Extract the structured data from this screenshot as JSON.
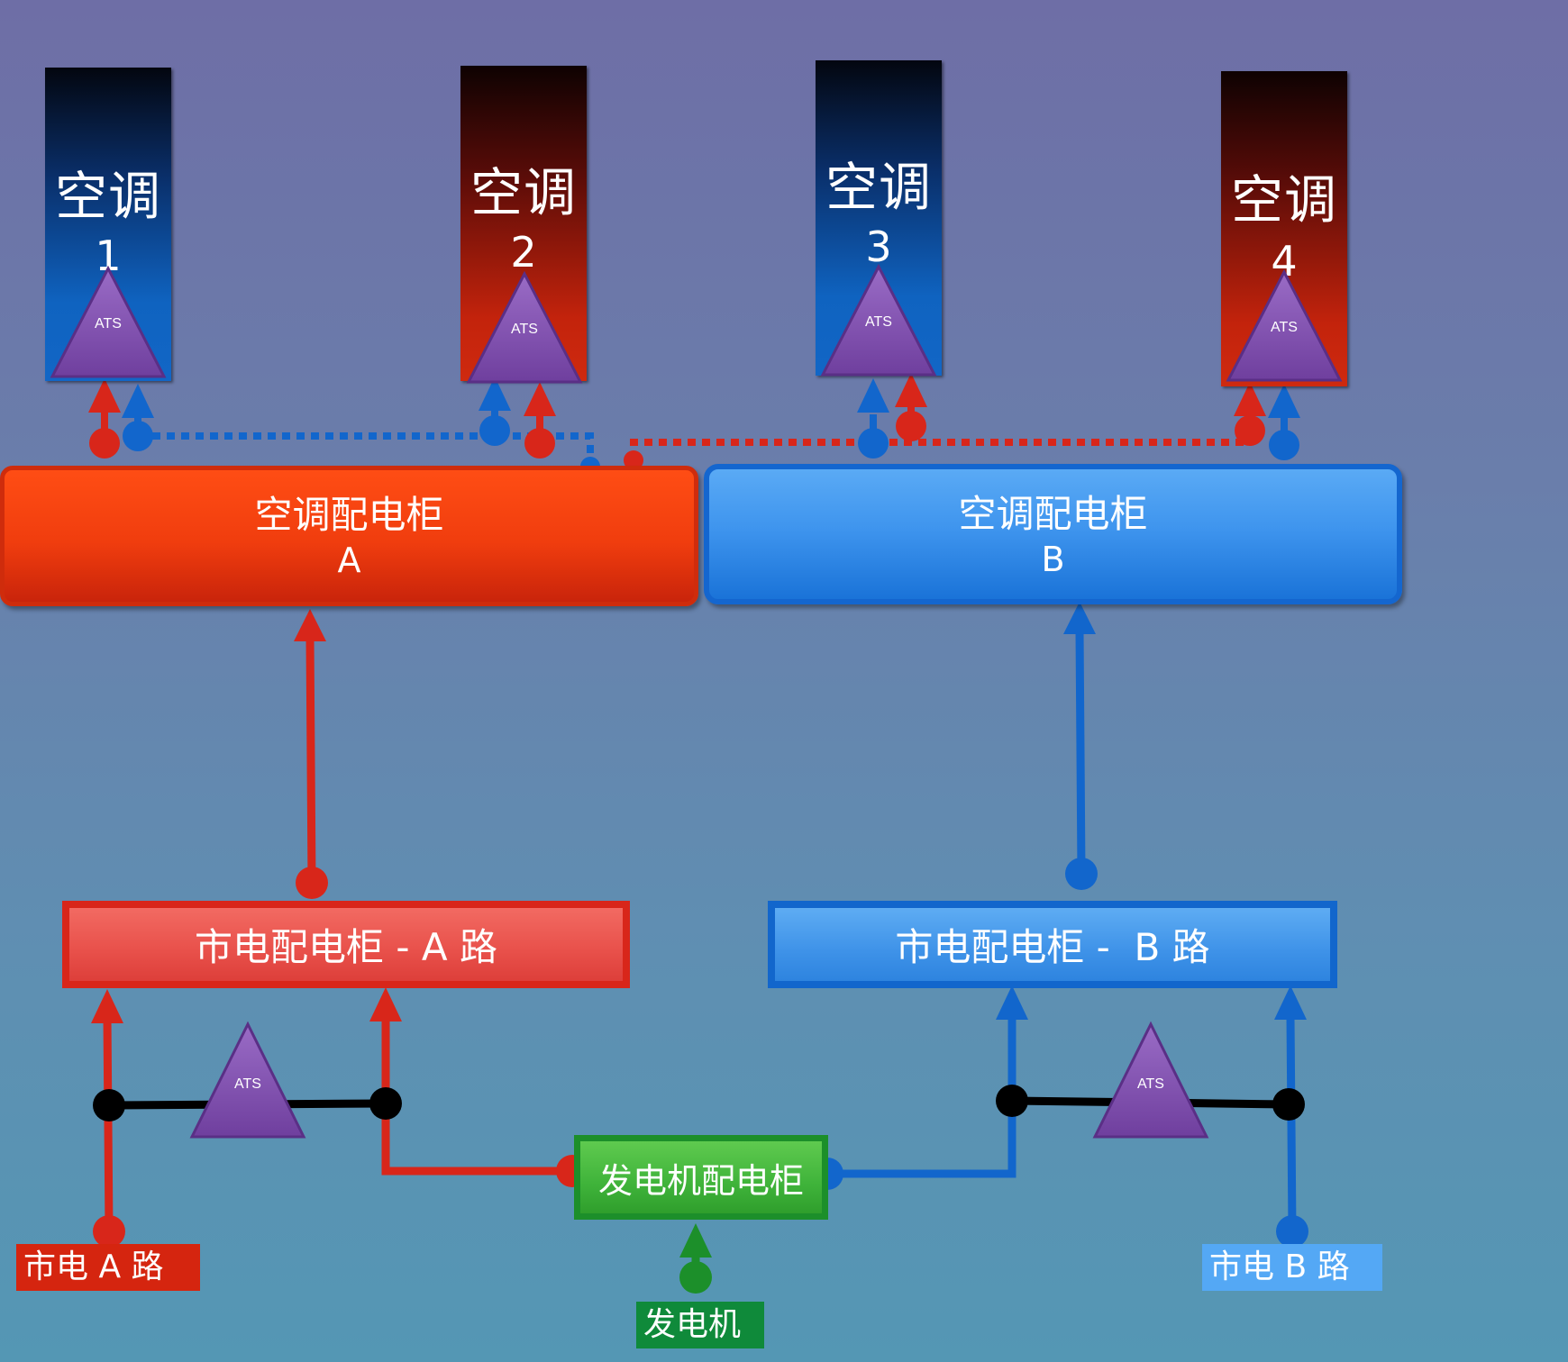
{
  "colors": {
    "path_a": "#d8261a",
    "path_b": "#1266cc",
    "generator": "#1c8f2a",
    "ats": "#7b4fa8",
    "junction": "#000000"
  },
  "air_conditioners": [
    {
      "title": "空调",
      "number": "1",
      "ats_label": "ATS"
    },
    {
      "title": "空调",
      "number": "2",
      "ats_label": "ATS"
    },
    {
      "title": "空调",
      "number": "3",
      "ats_label": "ATS"
    },
    {
      "title": "空调",
      "number": "4",
      "ats_label": "ATS"
    }
  ],
  "ac_panels": {
    "a": {
      "line1": "空调配电柜",
      "line2": "A"
    },
    "b": {
      "line1": "空调配电柜",
      "line2": "B"
    }
  },
  "utility_panels": {
    "a": "市电配电柜 - A 路",
    "b": "市电配电柜 -  B 路"
  },
  "generator_panel": "发电机配电柜",
  "bottom_ats": {
    "a": "ATS",
    "b": "ATS"
  },
  "sources": {
    "utility_a": "市电 A 路",
    "utility_b": "市电 B 路",
    "generator": "发电机"
  }
}
